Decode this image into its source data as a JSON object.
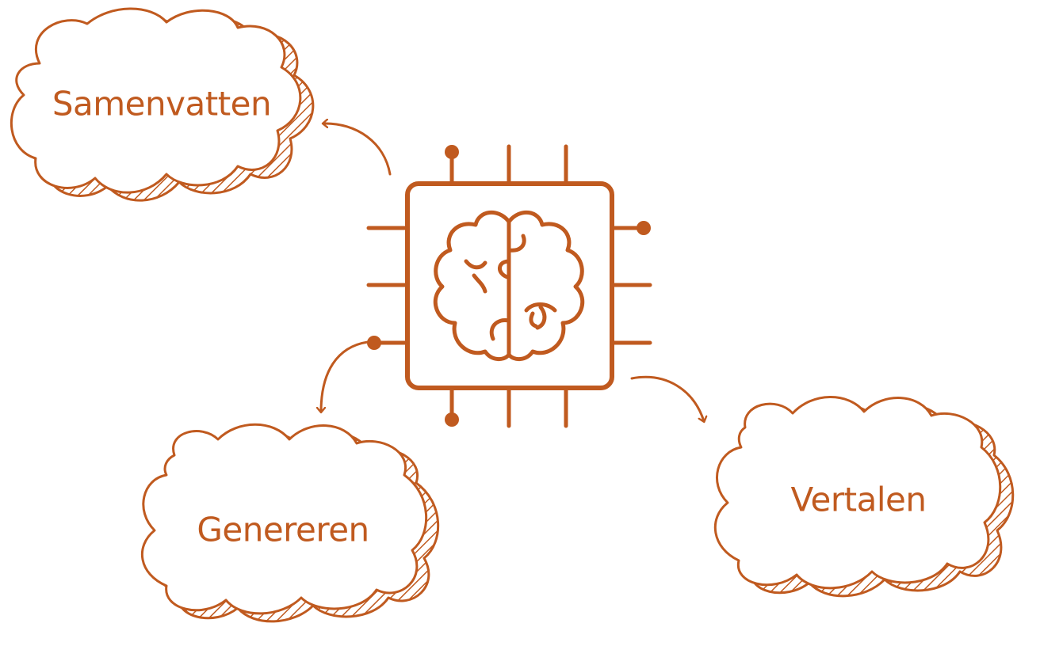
{
  "colors": {
    "accent": "#c05a1f",
    "background": "#ffffff"
  },
  "center": {
    "icon": "brain-chip-icon"
  },
  "nodes": [
    {
      "id": "summarize",
      "label": "Samenvatten",
      "icon": "cloud-shape"
    },
    {
      "id": "generate",
      "label": "Genereren",
      "icon": "cloud-shape"
    },
    {
      "id": "translate",
      "label": "Vertalen",
      "icon": "cloud-shape"
    }
  ],
  "connectors": [
    {
      "from": "center",
      "to": "summarize",
      "icon": "curved-arrow-icon"
    },
    {
      "from": "center",
      "to": "generate",
      "icon": "curved-arrow-icon"
    },
    {
      "from": "center",
      "to": "translate",
      "icon": "curved-arrow-icon"
    }
  ]
}
